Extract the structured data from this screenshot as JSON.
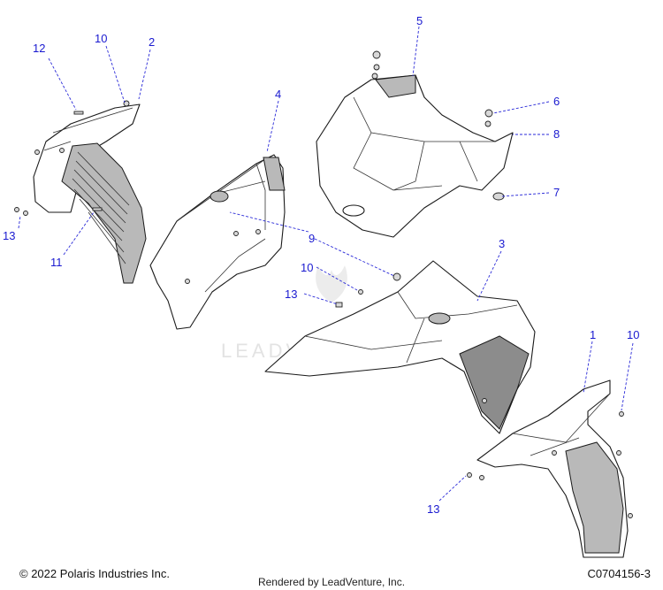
{
  "watermark": "LEADVENTURE",
  "callouts": [
    {
      "id": "callout-12",
      "label": "12"
    },
    {
      "id": "callout-10-top",
      "label": "10"
    },
    {
      "id": "callout-2",
      "label": "2"
    },
    {
      "id": "callout-4",
      "label": "4"
    },
    {
      "id": "callout-5",
      "label": "5"
    },
    {
      "id": "callout-6",
      "label": "6"
    },
    {
      "id": "callout-8",
      "label": "8"
    },
    {
      "id": "callout-7",
      "label": "7"
    },
    {
      "id": "callout-13-left",
      "label": "13"
    },
    {
      "id": "callout-11",
      "label": "11"
    },
    {
      "id": "callout-9",
      "label": "9"
    },
    {
      "id": "callout-10-mid",
      "label": "10"
    },
    {
      "id": "callout-13-mid",
      "label": "13"
    },
    {
      "id": "callout-3",
      "label": "3"
    },
    {
      "id": "callout-1",
      "label": "1"
    },
    {
      "id": "callout-10-right",
      "label": "10"
    },
    {
      "id": "callout-13-bottom",
      "label": "13"
    }
  ],
  "footer": {
    "copyright": "© 2022 Polaris Industries Inc.",
    "rendered_by": "Rendered by LeadVenture, Inc.",
    "drawing_number": "C0704156-3"
  }
}
